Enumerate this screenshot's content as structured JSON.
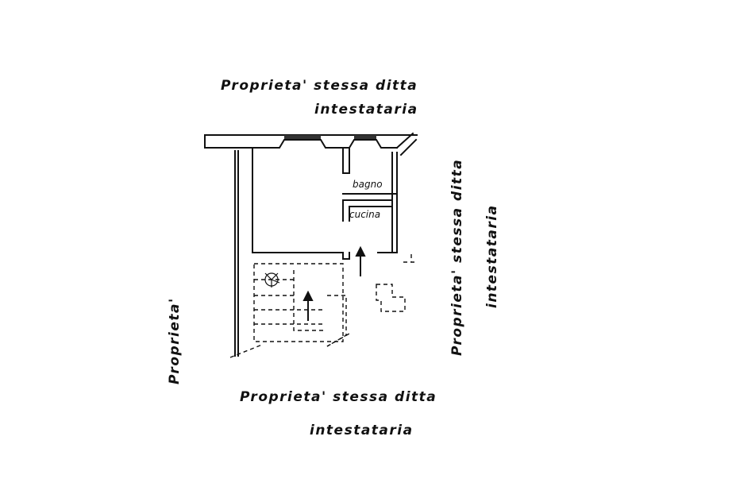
{
  "labels": {
    "top_line1": "Proprieta' stessa ditta",
    "top_line2": "intestataria",
    "bottom_line1": "Proprieta' stessa ditta",
    "bottom_line2": "intestataria",
    "right_line1": "Proprieta' stessa ditta",
    "right_line2": "intestataria",
    "left": "Proprieta'"
  },
  "rooms": {
    "bathroom": "bagno",
    "kitchen": "cucina"
  },
  "colors": {
    "ink": "#111111",
    "background": "#ffffff"
  }
}
